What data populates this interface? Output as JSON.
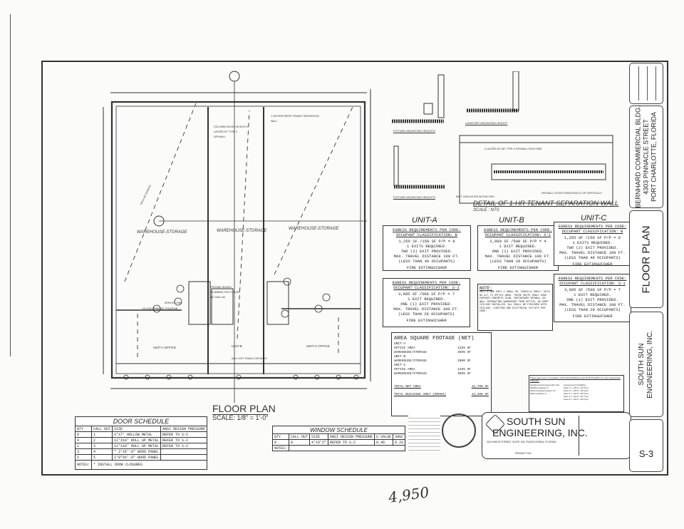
{
  "plan": {
    "title": "FLOOR PLAN",
    "scale": "SCALE: 1/8\" = 1'-0\"",
    "rooms": [
      "WAREHOUSE-STORAGE",
      "WAREHOUSE-STORAGE",
      "WAREHOUSE-STORAGE"
    ],
    "offices": [
      "UNIT-A OFFICE",
      "UNIT-B",
      "UNIT-C OFFICE"
    ],
    "notes": [
      "COLUMNS BOXED IN WITH 2 LAYERS OF TYPE-X DRYWALL",
      "1-HR FIRE RATED TENANT SEPARATION WALL",
      "PATH OF EGRESS",
      "SERVICE SINK",
      "HI-LOW DRINKING FOUNTAIN",
      "PROVIDE ROUGH PLUMBING FOR FUTURE WC AND LAV",
      "MAX. EXIT TRAVEL DISTANCE"
    ]
  },
  "details": {
    "wc": "FIXTURE MOUNTING HEIGHTS",
    "lav": "LAVATORY MOUNTING HEIGHT",
    "wc2": "FIXTURE MOUNTING HEIGHTS",
    "wall_title": "DETAIL OF 1-HR TENANT SEPARATION WALL",
    "wall_scale": "SCALE : NTS",
    "wall_note1": "2-LAYERS OF 5/8\" TYPE-X DRYWALL EACH SIDE",
    "wall_note2": "BATT. INSULATION WITHIN VOID",
    "wall_note3": "DRYWALL STUDS HORIZONTALLY OR VERTICALLY"
  },
  "egress": [
    {
      "unit": "UNIT-A",
      "title": "EGRESS REQUIREMENTS PER CODE:",
      "class": "OCCUPANT CLASSIFICATION: B",
      "lines": [
        "1,255 SF /150 SF P/P = 8",
        "1 EXITS REQUIRED.",
        "TWO (2) EXIT PROVIDED.",
        "MAX. TRAVEL DISTANCE 100 FT.",
        "(LESS THAN 49 OCCUPANTS)"
      ],
      "fe": "FIRE EXTINGUISHER"
    },
    {
      "unit": "UNIT-B",
      "title": "EGRESS REQUIREMENTS PER CODE:",
      "class": "OCCUPANT CLASSIFICATION: S-1",
      "lines": [
        "2,000 SF /500 SF P/P = 4",
        "1 EXIT REQUIRED.",
        "ONE (1) EXIT PROVIDED.",
        "MAX. TRAVEL DISTANCE 100 FT.",
        "(LESS THAN 29 OCCUPANTS)"
      ],
      "fe": "FIRE EXTINGUISHER"
    },
    {
      "unit": "UNIT-C",
      "title": "EGRESS REQUIREMENTS PER CODE:",
      "class": "OCCUPANT CLASSIFICATION: B",
      "lines": [
        "1,255 SF /150 SF P/P = 8",
        "1 EXITS REQUIRED.",
        "TWO (2) EXIT PROVIDED.",
        "MAX. TRAVEL DISTANCE 100 FT.",
        "(LESS THAN 49 OCCUPANTS)"
      ],
      "fe": "FIRE EXTINGUISHER"
    },
    {
      "unit": "",
      "title": "EGRESS REQUIREMENTS PER CODE:",
      "class": "OCCUPANT CLASSIFICATION: S-1",
      "lines": [
        "3,695 SF /500 SF P/P = 7",
        "1 EXIT REQUIRED.",
        "ONE (1) EXIT PROVIDED.",
        "MAX. TRAVEL DISTANCE 100 FT.",
        "(LESS THAN 29 OCCUPANTS)"
      ],
      "fe": "FIRE EXTINGUISHER"
    },
    {
      "unit": "",
      "title": "EGRESS REQUIREMENTS PER CODE:",
      "class": "OCCUPANT CLASSIFICATION: S-1",
      "lines": [
        "3,695 SF /500 SF P/P = 7",
        "1 EXIT REQUIRED.",
        "ONE (1) EXIT PROVIDED.",
        "MAX. TRAVEL DISTANCE 100 FT.",
        "(LESS THAN 29 OCCUPANTS)"
      ],
      "fe": "FIRE EXTINGUISHER"
    }
  ],
  "note": {
    "title": "NOTE:",
    "text": "UNIT-A AND UNIT-C SHALL BE \"VANILLA SHELL\" WITH NO A/C TO OFFICE AREA. THESE UNITS SHALL HAVE EXPOSED CONCRETE SLAB, UNFINISHED DRYWALL ON WALL SEPARATING WAREHOUSE FROM OFFICE, NO DROP CEILING INSTALLED. ALL SHALL BE FINISHED WITH CEILING, LIGHTING AND ELECTRICAL OUTLETS PER CODE."
  },
  "area": {
    "title": "AREA SQUARE FOOTAGE (NET)",
    "rows": [
      [
        "UNIT-A",
        ""
      ],
      [
        "OFFICE AREA",
        "1255 SF"
      ],
      [
        "WAREHOUSE/STORAGE",
        "3695 SF"
      ],
      [
        "UNIT-B",
        ""
      ],
      [
        "WAREHOUSE/STORAGE",
        "2000 SF"
      ],
      [
        "UNIT-C",
        ""
      ],
      [
        "OFFICE AREA",
        "1255 SF"
      ],
      [
        "WAREHOUSE/STORAGE",
        "3695 SF"
      ]
    ],
    "total_net": [
      "TOTAL NET AREA",
      "12,700 SF"
    ],
    "total_gross": [
      "TOTAL BUILDING AREA (GROSS)",
      "13,200 SF"
    ]
  },
  "compliance": {
    "title": "These plans are in Compliance with Florida Building Code 2010 4th Edition for wind parameters indicated.",
    "left": [
      "Designed wind speed 110 mph",
      "Building category II",
      "Wind importance factor 1.0",
      "Wind exposure C"
    ],
    "right_title": "Component & Cladding",
    "right": [
      "Zone 1 = +15.5 / -16.8 psf",
      "Zone 2 = +15.5 / -19.6 psf",
      "Zone 3 = +15.5 / -25.5 psf",
      "Zone 4 = +15.6 / -16.7 psf",
      "Zone 5 = +15.6 / -20.2 psf"
    ]
  },
  "firm": {
    "name1": "SOUTH SUN",
    "name2": "ENGINEERING, INC.",
    "address": "2110 WHITE STREET, SUITE 100, PUNTA GORDA, FLORIDA",
    "project": "PROJECT NO."
  },
  "door_schedule": {
    "title": "DOOR SCHEDULE",
    "headers": [
      "QTY",
      "CALL OUT",
      "SIZE",
      "ANSI DESIGN PRESSURE"
    ],
    "rows": [
      [
        "6",
        "1",
        "3'X7' HOLLOW METAL",
        "REFER TO S-2"
      ],
      [
        "4",
        "2",
        "12'X10' ROLL UP METAL",
        "REFER TO S-2"
      ],
      [
        "1",
        "3",
        "12'X10' ROLL UP METAL",
        "REFER TO S-2"
      ],
      [
        "3",
        "4",
        "* 3'X6'-8\" WOOD PANEL",
        ""
      ],
      [
        "2",
        "5",
        "2'8\"X6'-8\" WOOD PANEL",
        ""
      ]
    ],
    "notes_label": "NOTES:",
    "notes": "* INSTALL DOOR CLOSURES"
  },
  "window_schedule": {
    "title": "WINDOW SCHEDULE",
    "headers": [
      "QTY",
      "CALL OUT",
      "SIZE",
      "ANSI DESIGN PRESSURE",
      "U VALUE",
      "SHGC"
    ],
    "rows": [
      [
        "8",
        "A",
        "4'X3'2\"",
        "REFER TO S-2",
        "0.46",
        "0.23"
      ]
    ],
    "notes_label": "NOTES:"
  },
  "title_block": {
    "project": [
      "BERNHARD COMMERCIAL BLDG.",
      "4303 PINNACLE STREET",
      "PORT CHARLOTTE, FLORIDA"
    ],
    "sheet_title": "FLOOR PLAN",
    "firm1": "SOUTH SUN",
    "firm2": "ENGINEERING, INC.",
    "sheet": "S-3"
  },
  "handwriting": "4,950"
}
